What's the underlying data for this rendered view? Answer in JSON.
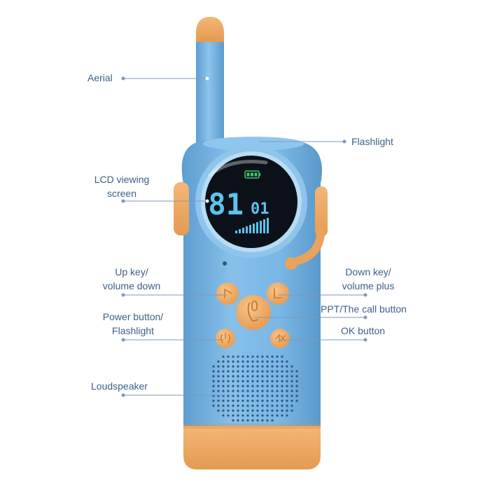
{
  "diagram": {
    "colors": {
      "body": "#79b6e4",
      "body_shadow": "#5f9fd2",
      "accent": "#f0aa65",
      "accent_dark": "#d98e48",
      "lcd": "#0c1119",
      "lcd_digit": "#5cc3ec",
      "leader_line": "#7d99b7",
      "label_text": "#3d5f86"
    },
    "lcd": {
      "channel": "81",
      "sub": "01"
    },
    "labels": {
      "aerial": "Aerial",
      "flashlight_top": "Flashlight",
      "lcd_1": "LCD viewing",
      "lcd_2": "screen",
      "up_1": "Up key/",
      "up_2": "volume down",
      "down_1": "Down key/",
      "down_2": "volume plus",
      "ppt": "PPT/The call button",
      "power_1": "Power button/",
      "power_2": "Flashlight",
      "ok": "OK button",
      "speaker": "Loudspeaker"
    }
  }
}
